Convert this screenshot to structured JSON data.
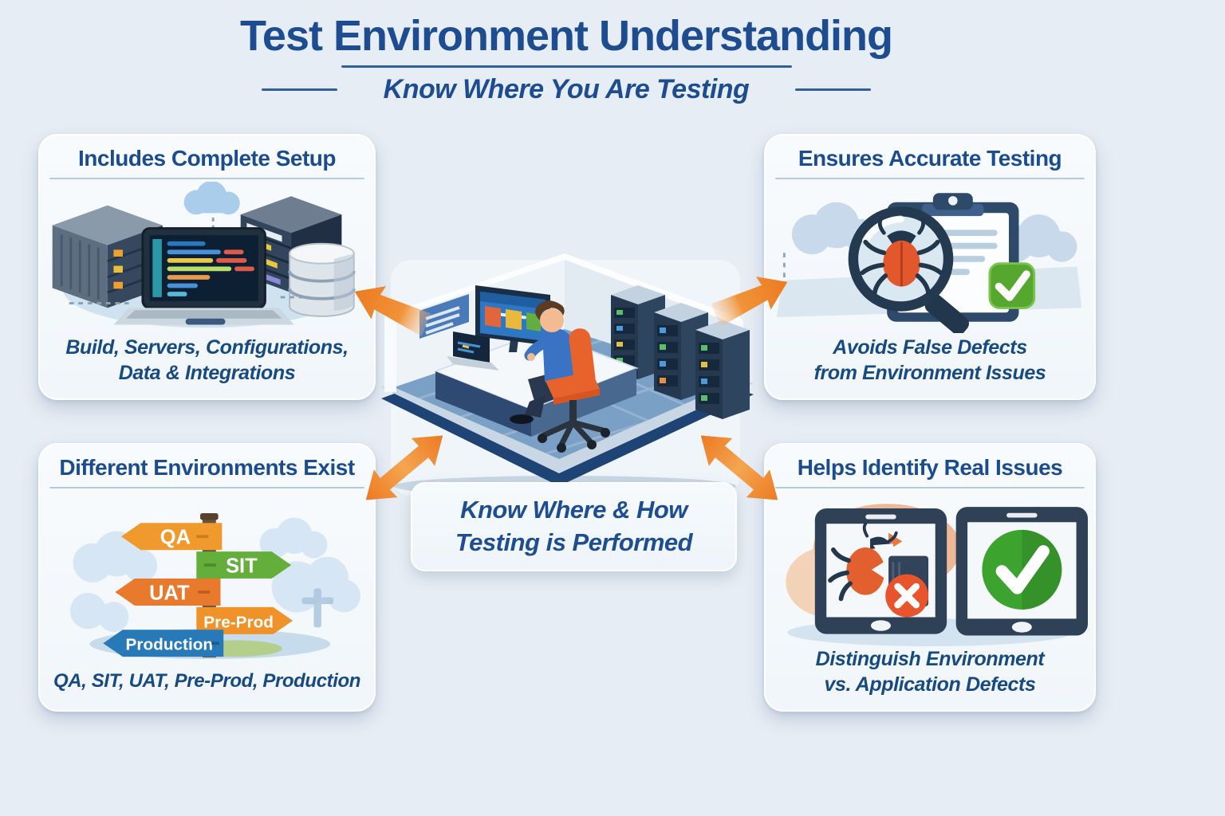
{
  "header": {
    "title": "Test Environment Understanding",
    "subtitle": "Know Where You Are Testing"
  },
  "cards": {
    "top_left": {
      "title": "Includes Complete Setup",
      "caption_line1": "Build, Servers, Configurations,",
      "caption_line2": "Data & Integrations",
      "icons": [
        "server-rack-icon",
        "cloud-icon",
        "laptop-code-icon",
        "database-icon"
      ]
    },
    "top_right": {
      "title": "Ensures Accurate Testing",
      "caption_line1": "Avoids False Defects",
      "caption_line2": "from Environment Issues",
      "icons": [
        "clipboard-icon",
        "magnifier-bug-icon",
        "check-badge-icon"
      ]
    },
    "bottom_left": {
      "title": "Different Environments Exist",
      "caption": "QA, SIT, UAT, Pre-Prod, Production",
      "icons": [
        "signpost-icon"
      ],
      "signs": [
        {
          "label": "QA",
          "color": "#f0992c",
          "points": "left"
        },
        {
          "label": "SIT",
          "color": "#64ae3c",
          "points": "right"
        },
        {
          "label": "UAT",
          "color": "#e87a2e",
          "points": "left"
        },
        {
          "label": "Pre-Prod",
          "color": "#f0922a",
          "points": "right"
        },
        {
          "label": "Production",
          "color": "#2779b8",
          "points": "left"
        }
      ]
    },
    "bottom_right": {
      "title": "Helps Identify Real Issues",
      "caption_line1": "Distinguish Environment",
      "caption_line2": "vs. Application Defects",
      "icons": [
        "tablet-bug-error-icon",
        "x-badge-icon",
        "tablet-check-icon"
      ]
    }
  },
  "center": {
    "caption_line1": "Know Where & How",
    "caption_line2": "Testing is Performed",
    "scene": "tester-at-desk-with-server-racks"
  },
  "colors": {
    "background": "#e7edf4",
    "card_background": "#f5f9fc",
    "heading_blue": "#1b4c8e",
    "caption_blue": "#174a80",
    "divider": "#b3cbdf",
    "arrow_orange": "#ee7d28",
    "bug_orange": "#e2572b",
    "error_red": "#e8542c",
    "success_green": "#3da32f",
    "navy": "#2e4156",
    "chair_orange": "#e8622c",
    "shirt_blue": "#3a72c4",
    "floor_blue": "#7aa0c6",
    "platform_navy": "#1d4474"
  }
}
